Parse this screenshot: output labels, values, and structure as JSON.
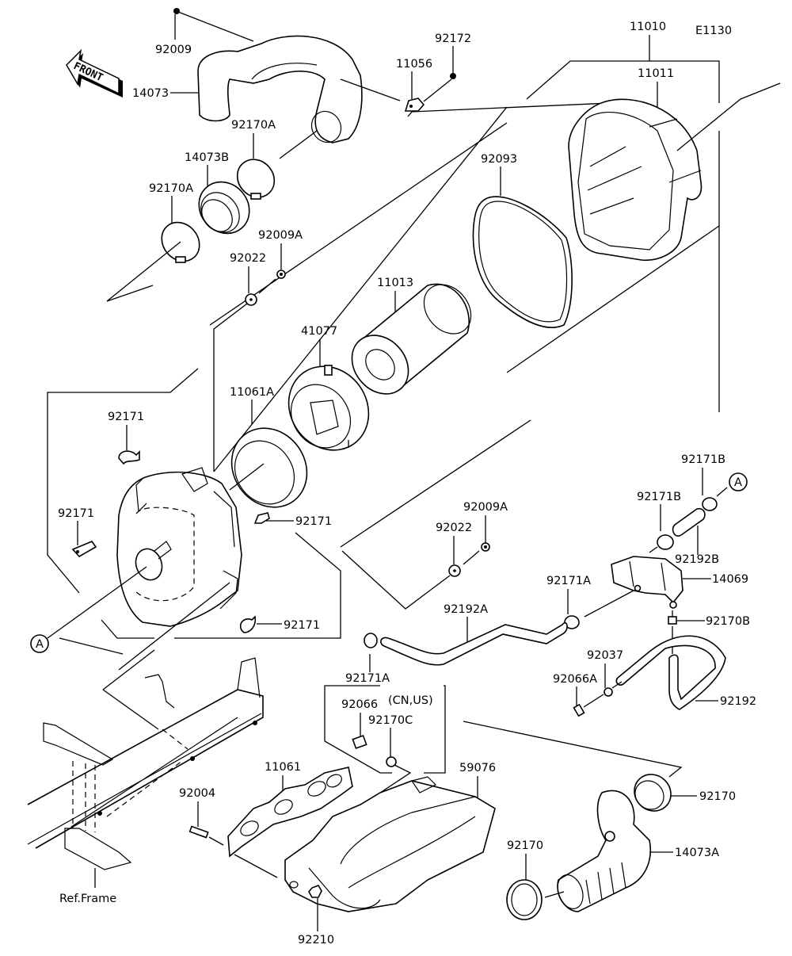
{
  "diagram": {
    "code": "E1130",
    "direction_label": "FRONT",
    "reference_label": "Ref.Frame",
    "connector_label": "A",
    "region_note": "(CN,US)",
    "callouts": {
      "p92009": "92009",
      "p14073": "14073",
      "p92170A_top": "92170A",
      "p14073B": "14073B",
      "p92170A_left": "92170A",
      "p11056": "11056",
      "p92172": "92172",
      "p11010": "11010",
      "p11011": "11011",
      "p92093": "92093",
      "p92009A_top": "92009A",
      "p92022_top": "92022",
      "p11013": "11013",
      "p41077": "41077",
      "p11061A": "11061A",
      "p92171_a": "92171",
      "p92171_b": "92171",
      "p92171_c": "92171",
      "p92171_d": "92171",
      "p92171B_a": "92171B",
      "p92171B_b": "92171B",
      "p92192B": "92192B",
      "p14069": "14069",
      "p92009A_mid": "92009A",
      "p92022_mid": "92022",
      "p92171A_a": "92171A",
      "p92171A_b": "92171A",
      "p92192A": "92192A",
      "p92170B": "92170B",
      "p92037": "92037",
      "p92066A": "92066A",
      "p92192": "92192",
      "p92066": "92066",
      "p92170C": "92170C",
      "p11061": "11061",
      "p92004": "92004",
      "p59076": "59076",
      "p92170_a": "92170",
      "p92170_b": "92170",
      "p14073A": "14073A",
      "p92210": "92210"
    }
  }
}
